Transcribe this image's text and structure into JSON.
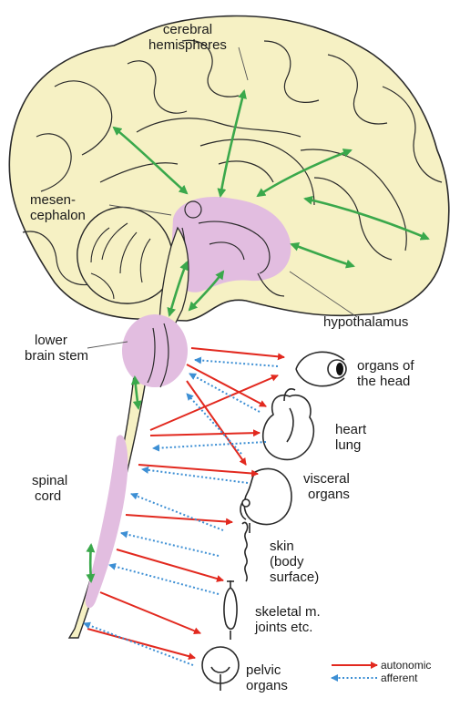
{
  "labels": {
    "cerebral_1": "cerebral",
    "cerebral_2": "hemispheres",
    "mesen_1": "mesen-",
    "mesen_2": "cephalon",
    "hypothalamus": "hypothalamus",
    "lower_1": "lower",
    "lower_2": "brain stem",
    "spinal_1": "spinal",
    "spinal_2": "cord",
    "head_1": "organs of",
    "head_2": "the head",
    "heart_1": "heart",
    "heart_2": "lung",
    "visceral_1": "visceral",
    "visceral_2": "organs",
    "skin_1": "skin",
    "skin_2": "(body",
    "skin_3": "surface)",
    "skeletal_1": "skeletal m.",
    "skeletal_2": "joints etc.",
    "pelvic_1": "pelvic",
    "pelvic_2": "organs"
  },
  "legend": {
    "autonomic": "autonomic",
    "afferent": "afferent"
  },
  "colors": {
    "brain_fill": "#f6f1c4",
    "central_fill": "#e2bde0",
    "outline": "#2a2a2a",
    "bidirectional": "#3aa84b",
    "autonomic": "#e2291f",
    "afferent": "#3d8fd4"
  }
}
